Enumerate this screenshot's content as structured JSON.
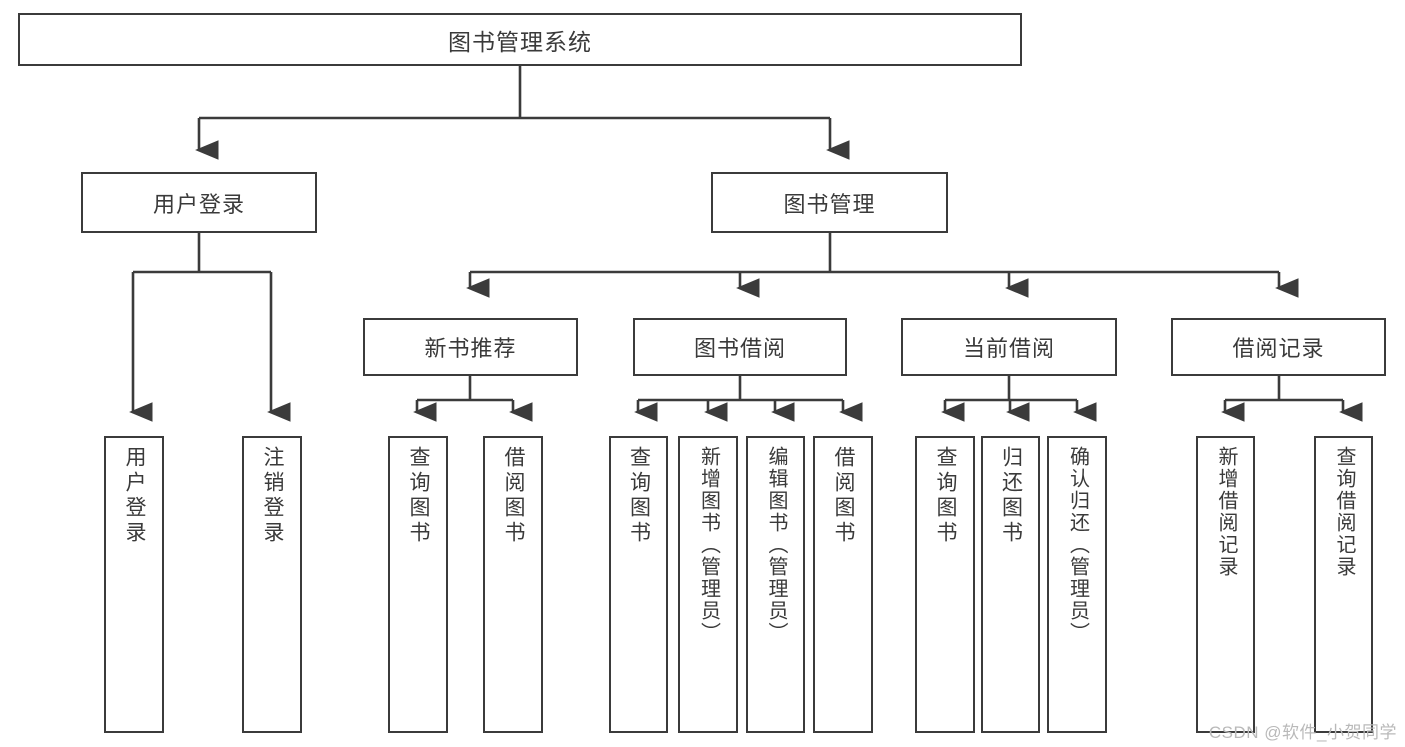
{
  "diagram": {
    "type": "tree-hierarchy",
    "title": "图书管理系统",
    "root": {
      "label": "图书管理系统"
    },
    "level2": [
      {
        "label": "用户登录"
      },
      {
        "label": "图书管理"
      }
    ],
    "level3": [
      {
        "label": "新书推荐"
      },
      {
        "label": "图书借阅"
      },
      {
        "label": "当前借阅"
      },
      {
        "label": "借阅记录"
      }
    ],
    "leaves": {
      "user_login": [
        {
          "label": "用户登录"
        },
        {
          "label": "注销登录"
        }
      ],
      "new_book_recommend": [
        {
          "label": "查询图书"
        },
        {
          "label": "借阅图书"
        }
      ],
      "book_borrow": [
        {
          "label": "查询图书"
        },
        {
          "label": "新增图书（管理员）"
        },
        {
          "label": "编辑图书（管理员）"
        },
        {
          "label": "借阅图书"
        }
      ],
      "current_borrow": [
        {
          "label": "查询图书"
        },
        {
          "label": "归还图书"
        },
        {
          "label": "确认归还（管理员）"
        }
      ],
      "borrow_record": [
        {
          "label": "新增借阅记录"
        },
        {
          "label": "查询借阅记录"
        }
      ]
    }
  },
  "watermark": {
    "text": "CSDN @软件_小贺同学"
  },
  "colors": {
    "border": "#3b3b3b",
    "text": "#3a3a3a",
    "background": "#ffffff",
    "watermark": "#b9b9b9"
  }
}
